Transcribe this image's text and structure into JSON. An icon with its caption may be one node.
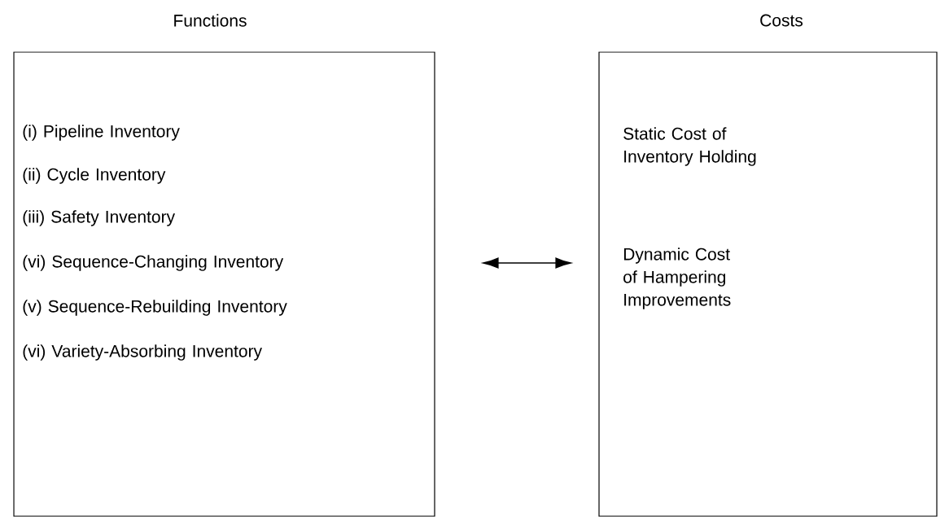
{
  "diagram": {
    "nodes": [
      {
        "text": [
          "Functions",
          "(i) Pipeline Inventory",
          "(ii) Cycle Inventory",
          "(iii) Safety Inventory",
          "(vi) Sequence-Changing Inventory",
          "(v) Sequence-Rebuilding Inventory",
          "(vi) Variety-Absorbing Inventory"
        ]
      },
      {
        "text": [
          "Costs",
          "Static Cost of Inventory Holding",
          "Dynamic Cost of Hampering Improvements"
        ]
      }
    ],
    "edges": [
      {
        "from": 0,
        "to": 1,
        "arrow": "both"
      }
    ]
  }
}
